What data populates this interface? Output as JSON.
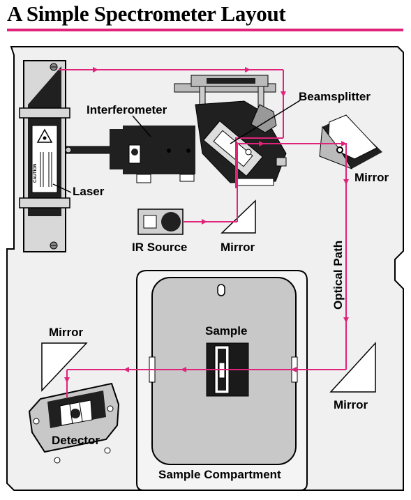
{
  "title": "A Simple Spectrometer Layout",
  "labels": {
    "interferometer": "Interferometer",
    "beamsplitter": "Beamsplitter",
    "laser": "Laser",
    "ir_source": "IR Source",
    "mirror_ir": "Mirror",
    "mirror_right_top": "Mirror",
    "optical_path": "Optical Path",
    "sample": "Sample",
    "mirror_left": "Mirror",
    "mirror_right_bottom": "Mirror",
    "detector": "Detector",
    "sample_compartment": "Sample Compartment",
    "caution": "CAUTION"
  },
  "colors": {
    "accent": "#e0237a",
    "beam": "#e0237a",
    "panel": "#f0f0f0",
    "compartment": "#cccccc",
    "ink": "#000000"
  }
}
